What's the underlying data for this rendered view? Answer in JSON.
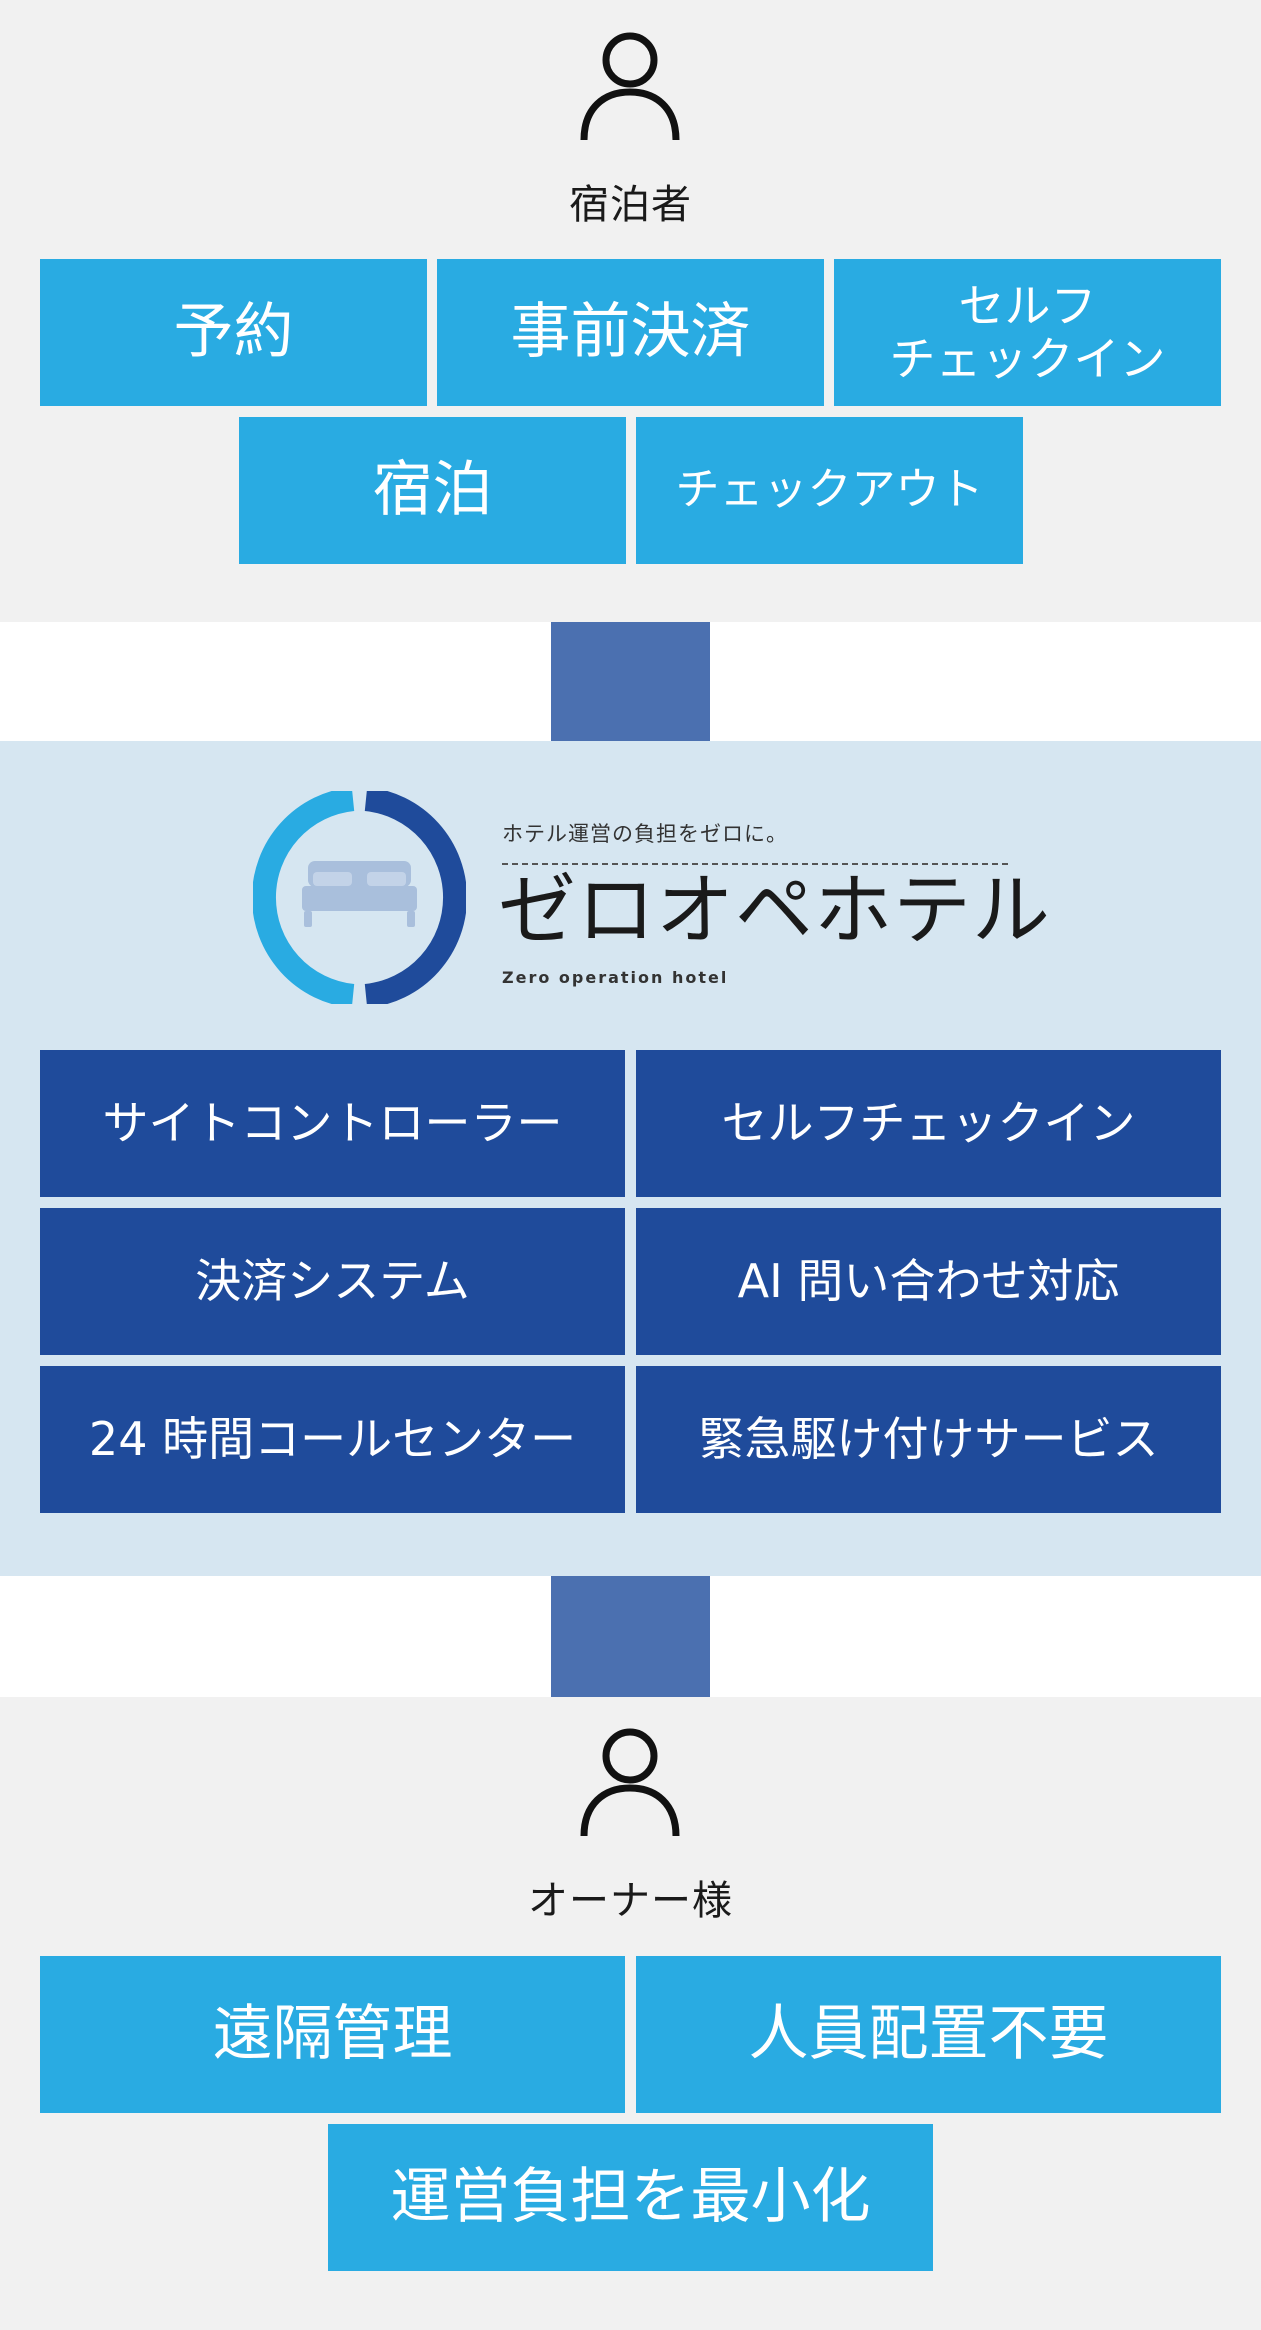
{
  "guest": {
    "label": "宿泊者",
    "steps": [
      "予約",
      "事前決済",
      "セルフ\nチェックイン",
      "宿泊",
      "チェックアウト"
    ]
  },
  "system": {
    "tagline": "ホテル運営の負担をゼロに。",
    "title": "ゼロオペホテル",
    "subtitle": "Zero operation hotel",
    "features": [
      "サイトコントローラー",
      "セルフチェックイン",
      "決済システム",
      "AI 問い合わせ対応",
      "24 時間コールセンター",
      "緊急駆け付けサービス"
    ]
  },
  "owner": {
    "label": "オーナー様",
    "benefits": [
      "遠隔管理",
      "人員配置不要",
      "運営負担を最小化"
    ]
  },
  "colors": {
    "light_tile": "#29abe2",
    "dark_tile": "#1f4b9b",
    "connector": "#4b70b0",
    "system_bg": "#d6e6f1",
    "section_bg": "#f1f1f1"
  },
  "icons": [
    "person-icon",
    "hotel-bed-logo-icon"
  ]
}
